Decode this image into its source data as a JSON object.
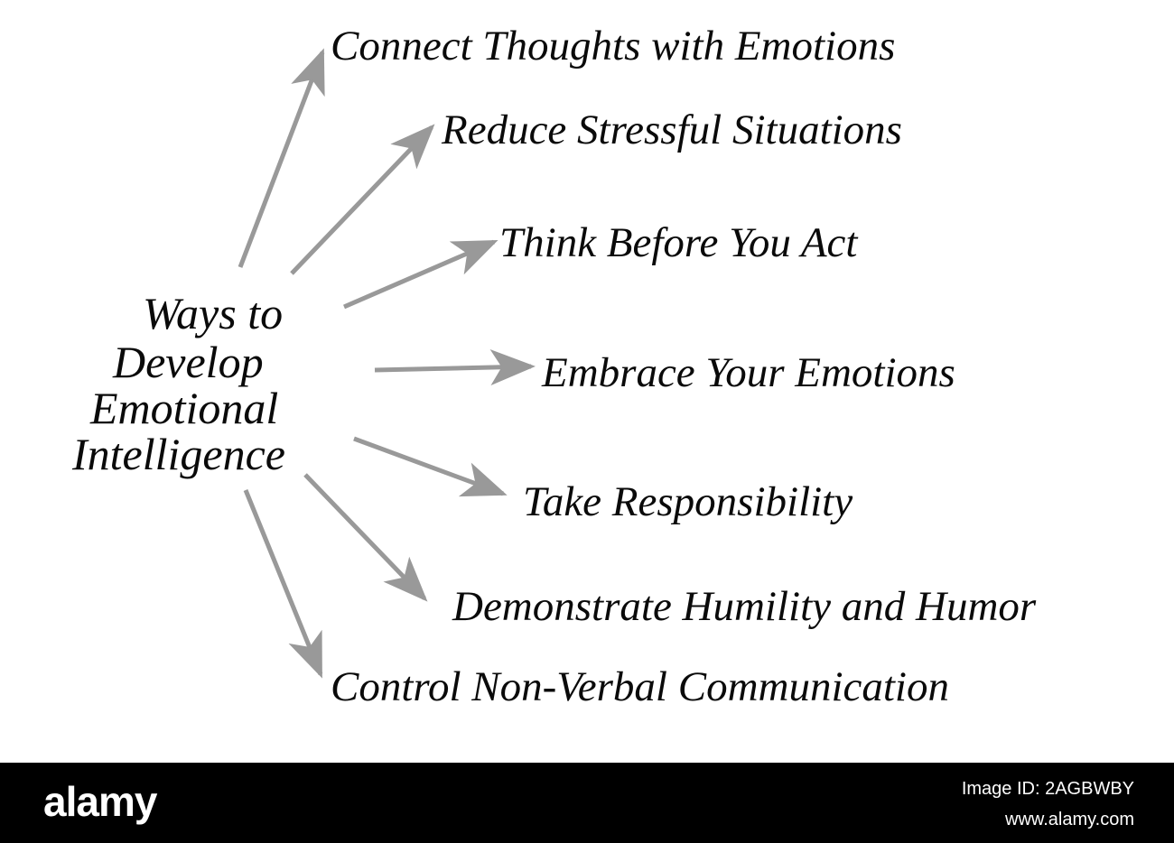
{
  "center": {
    "lines": [
      "Ways to",
      "Develop",
      "Emotional",
      "Intelligence"
    ]
  },
  "items": [
    "Connect Thoughts with Emotions",
    "Reduce Stressful Situations",
    "Think Before You Act",
    "Embrace Your Emotions",
    "Take Responsibility",
    "Demonstrate Humility and Humor",
    "Control Non-Verbal Communication"
  ],
  "colors": {
    "arrow": "#999999",
    "text": "#0a0a0a",
    "footer_bg": "#000000"
  },
  "footer": {
    "brand": "alamy",
    "image_id": "Image ID: 2AGBWBY",
    "url": "www.alamy.com"
  }
}
